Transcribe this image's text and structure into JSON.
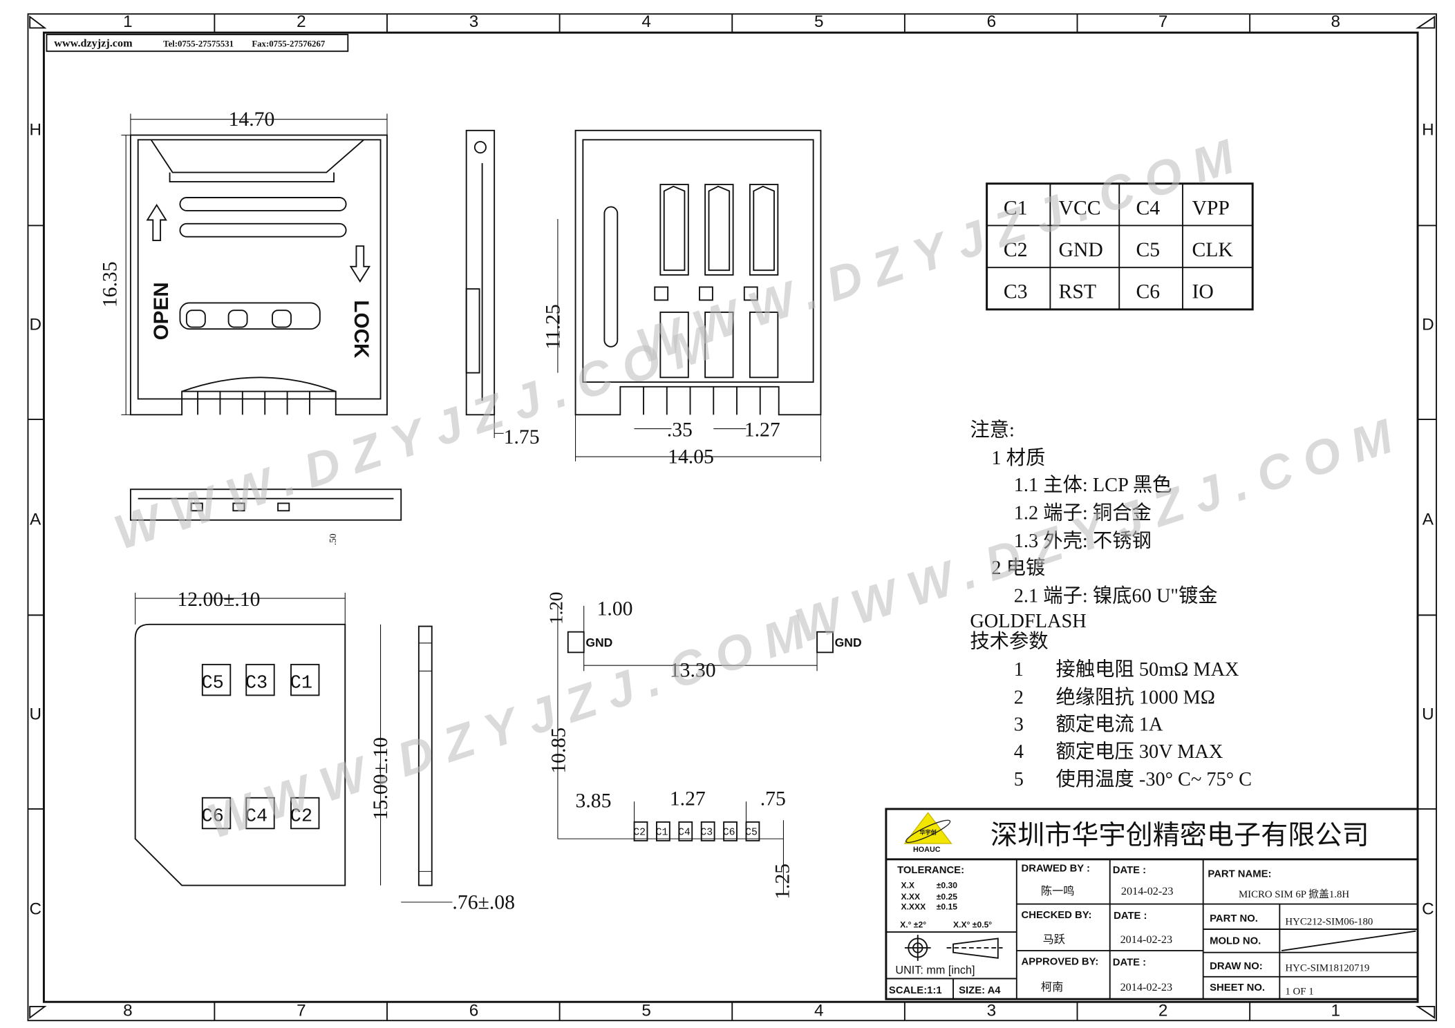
{
  "header": {
    "website": "www.dzyjzj.com",
    "tel": "Tel:0755-27575531",
    "fax": "Fax:0755-27576267"
  },
  "grid": {
    "columns_top": [
      "1",
      "2",
      "3",
      "4",
      "5",
      "6",
      "7",
      "8"
    ],
    "columns_bottom": [
      "8",
      "7",
      "6",
      "5",
      "4",
      "3",
      "2",
      "1"
    ],
    "rows": [
      "H",
      "D",
      "A",
      "U",
      "C"
    ]
  },
  "watermark": "WWW.DZYJZJ.COM",
  "top_view": {
    "width_dim": "14.70",
    "height_dim": "16.35",
    "open_label": "OPEN",
    "lock_label": "LOCK"
  },
  "side_view": {
    "dim": "1.75"
  },
  "bottom_view": {
    "height_dim": "11.25",
    "pitch_dim": ".35",
    "pitch2_dim": "1.27",
    "width_dim": "14.05"
  },
  "front_view": {
    "dim": ".50"
  },
  "card_view": {
    "width_dim": "12.00±.10",
    "height_dim": "15.00±.10",
    "thickness_dim": ".76±.08",
    "contacts_top": [
      "C5",
      "C3",
      "C1"
    ],
    "contacts_bottom": [
      "C6",
      "C4",
      "C2"
    ]
  },
  "footprint": {
    "dim_120": "1.20",
    "dim_100": "1.00",
    "gnd_left": "GND",
    "gnd_right": "GND",
    "dim_1330": "13.30",
    "dim_1085": "10.85",
    "dim_385": "3.85",
    "dim_127": "1.27",
    "dim_75": ".75",
    "dim_125": "1.25",
    "pads": [
      "C2",
      "C1",
      "C4",
      "C3",
      "C6",
      "C5"
    ]
  },
  "pin_table": [
    [
      "C1",
      "VCC",
      "C4",
      "VPP"
    ],
    [
      "C2",
      "GND",
      "C5",
      "CLK"
    ],
    [
      "C3",
      "RST",
      "C6",
      "IO"
    ]
  ],
  "notes": {
    "title": "注意:",
    "lines": [
      "1 材质",
      "1.1 主体: LCP 黑色",
      "1.2 端子: 铜合金",
      "1.3 外壳: 不锈钢",
      "2 电镀",
      "2.1 端子: 镍底60 U\"镀金",
      "GOLDFLASH",
      "技术参数"
    ],
    "params": [
      {
        "n": "1",
        "text": "接触电阻 50mΩ MAX"
      },
      {
        "n": "2",
        "text": "绝缘阻抗 1000 MΩ"
      },
      {
        "n": "3",
        "text": "额定电流 1A"
      },
      {
        "n": "4",
        "text": "额定电压 30V MAX"
      },
      {
        "n": "5",
        "text": "使用温度 -30° C~ 75° C"
      }
    ]
  },
  "title_block": {
    "logo_text": "HOAUC",
    "logo_cn": "华宇创",
    "company": "深圳市华宇创精密电子有限公司",
    "tolerance_label": "TOLERANCE:",
    "tolerances": [
      [
        "X.X",
        "±0.30"
      ],
      [
        "X.XX",
        "±0.25"
      ],
      [
        "X.XXX",
        "±0.15"
      ]
    ],
    "angle_tol": [
      "X.° ±2°",
      "X.X° ±0.5°"
    ],
    "unit": "UNIT:  mm  [inch]",
    "scale": "SCALE:1:1",
    "size": "SIZE:  A4",
    "drawed_by_label": "DRAWED BY :",
    "drawed_by": "陈一鸣",
    "checked_by_label": "CHECKED BY:",
    "checked_by": "马跃",
    "approved_by_label": "APPROVED BY:",
    "approved_by": "柯南",
    "date_label": "DATE :",
    "dates": [
      "2014-02-23",
      "2014-02-23",
      "2014-02-23"
    ],
    "part_name_label": "PART NAME:",
    "part_name": "MICRO SIM 6P 掀盖1.8H",
    "part_no_label": "PART NO.",
    "part_no": "HYC212-SIM06-180",
    "mold_no_label": "MOLD NO.",
    "draw_no_label": "DRAW NO:",
    "draw_no": "HYC-SIM18120719",
    "sheet_no_label": "SHEET NO.",
    "sheet_no": "1 OF 1"
  }
}
